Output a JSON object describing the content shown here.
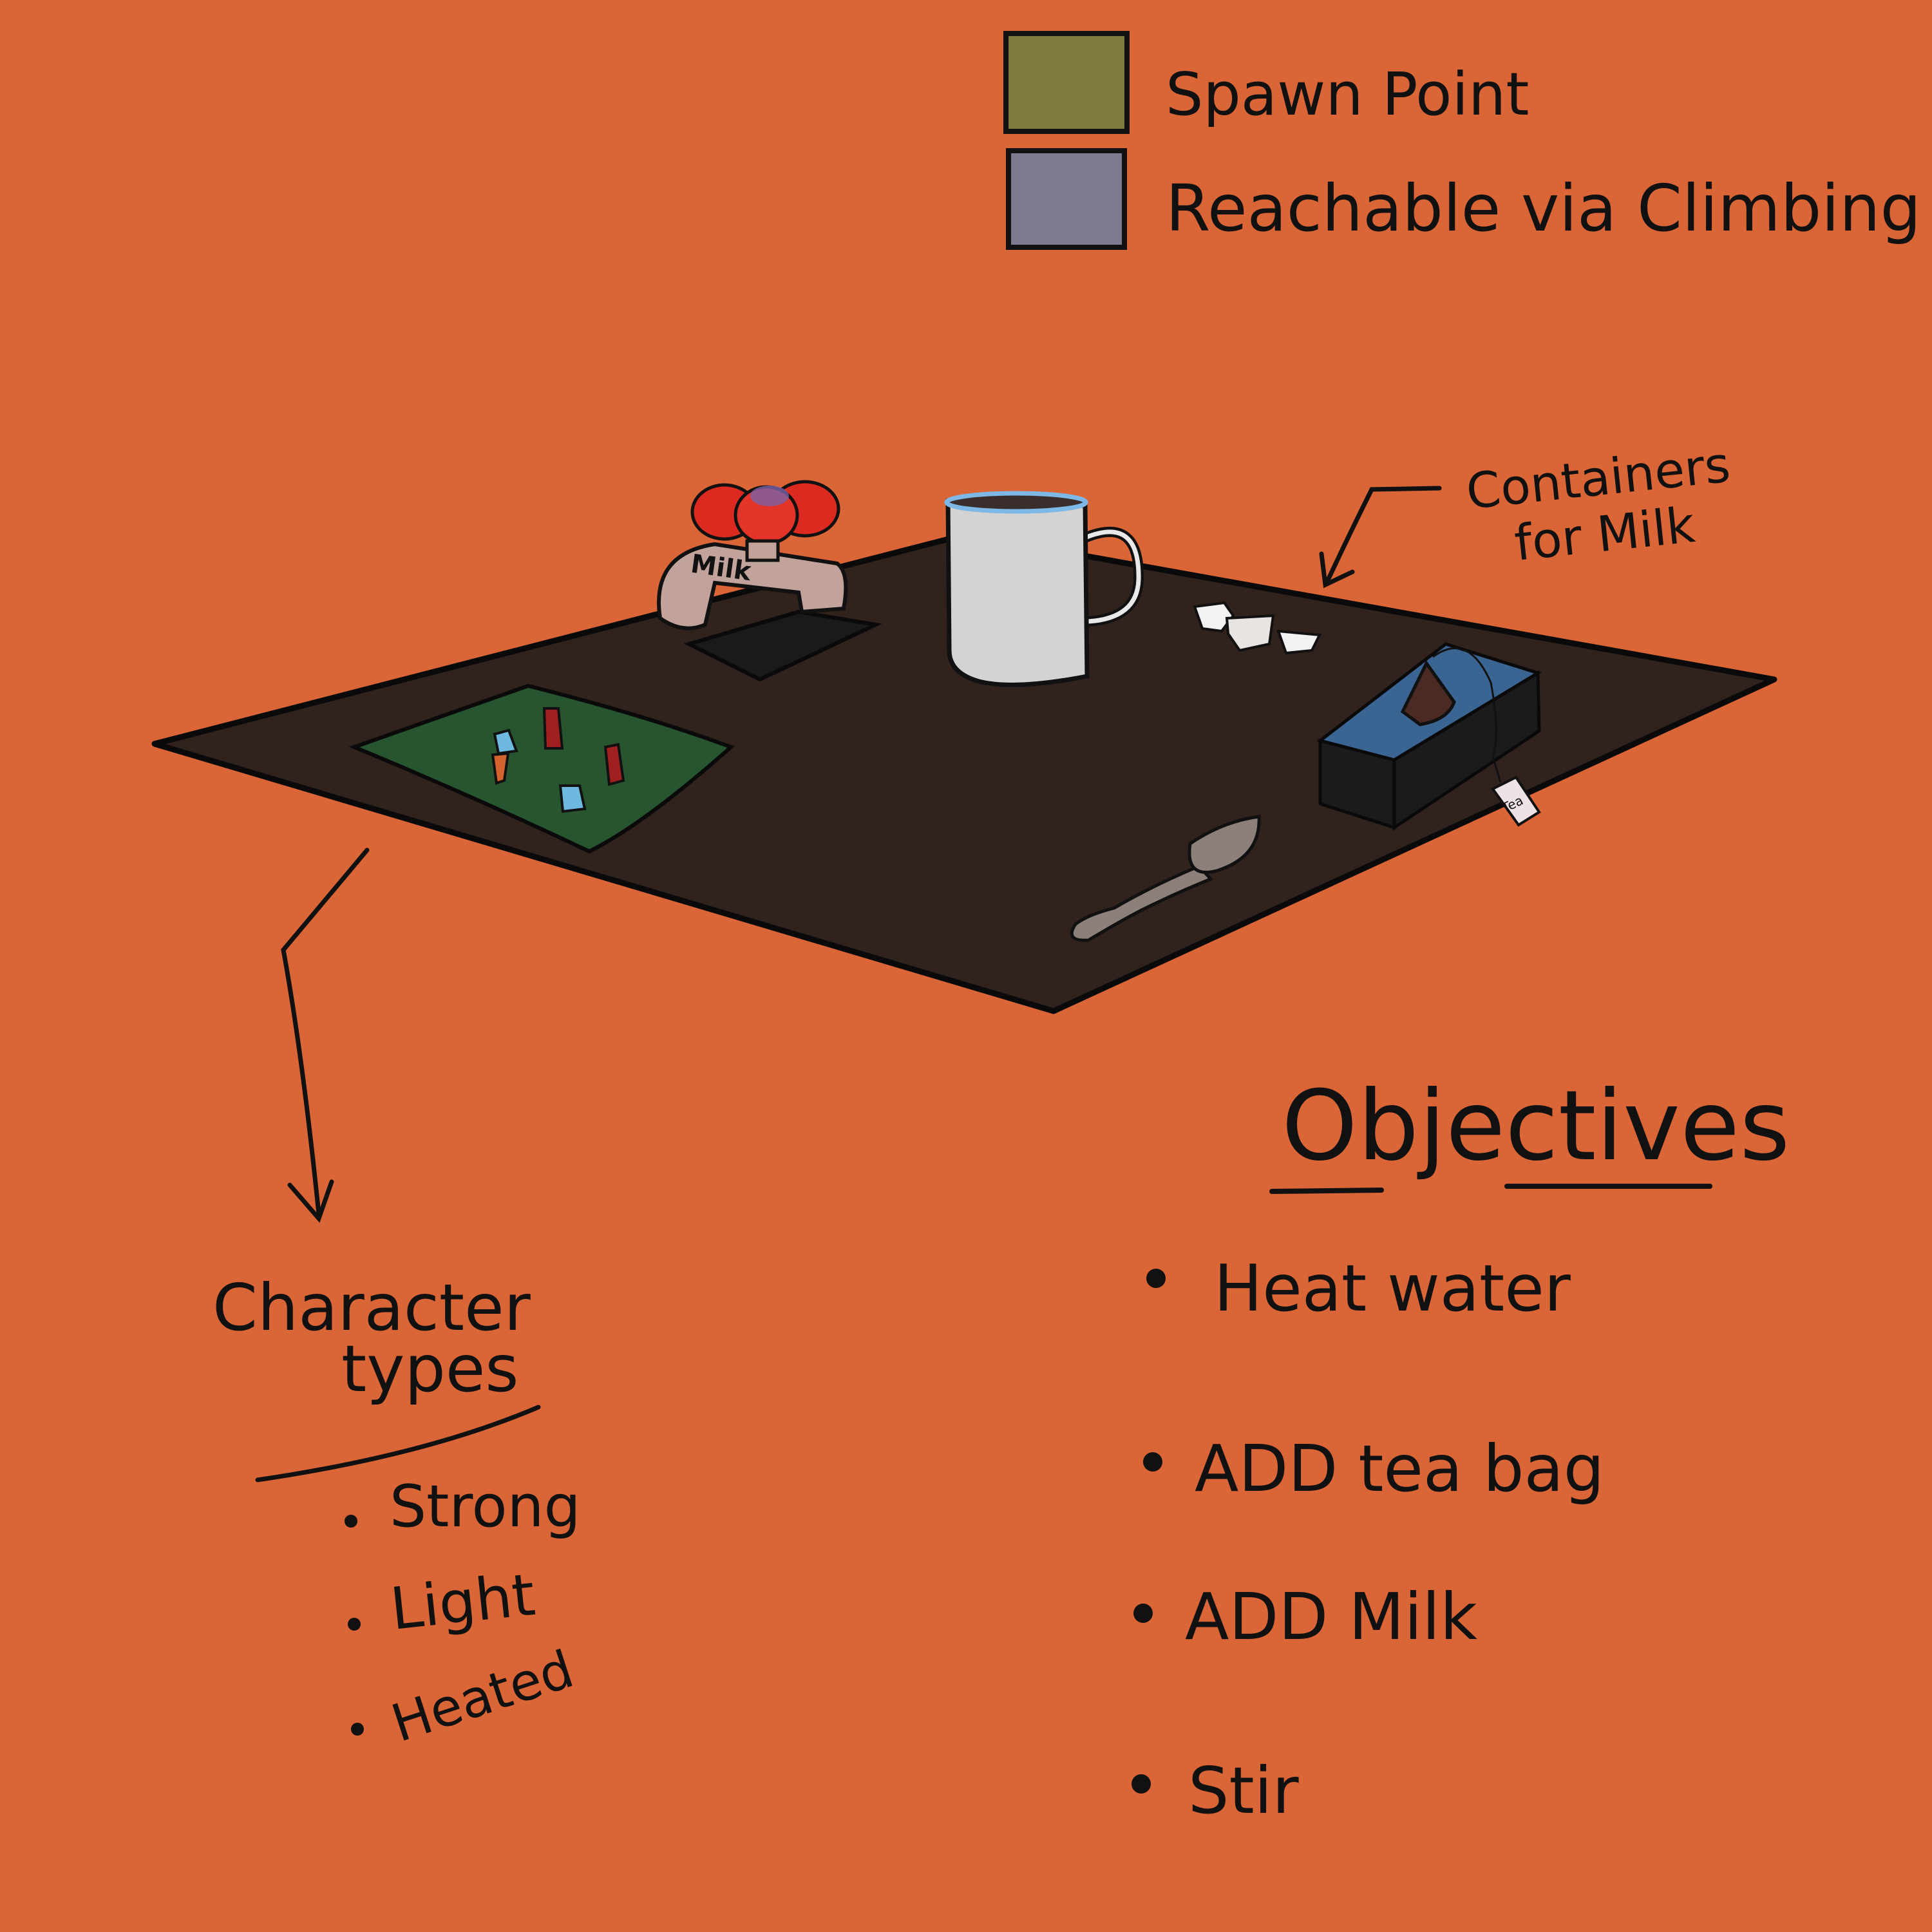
{
  "legend": {
    "items": [
      {
        "label": "Spawn Point",
        "color": "#7F7A3E"
      },
      {
        "label": "Reachable via Climbing",
        "color": "#7E7A90"
      }
    ]
  },
  "annotations": {
    "containers_for_milk": [
      "Containers",
      "for Milk"
    ]
  },
  "table_items": {
    "tap_label": "Milk",
    "tea_tag_label": "Tea"
  },
  "character_types": {
    "heading": [
      "Character",
      "types"
    ],
    "items": [
      "Strong",
      "Light",
      "Heated"
    ]
  },
  "objectives": {
    "heading": "Objectives",
    "items": [
      "Heat water",
      "ADD tea bag",
      "ADD Milk",
      "Stir"
    ]
  },
  "colors": {
    "background": "#DA6537",
    "table": "#31221E",
    "mat": "#275530",
    "tea_box": "#3A6593",
    "mug": "#D3D3D3",
    "tap": "#C2A39B",
    "tap_handle": "#DD2A20",
    "spoon": "#8D807A"
  }
}
